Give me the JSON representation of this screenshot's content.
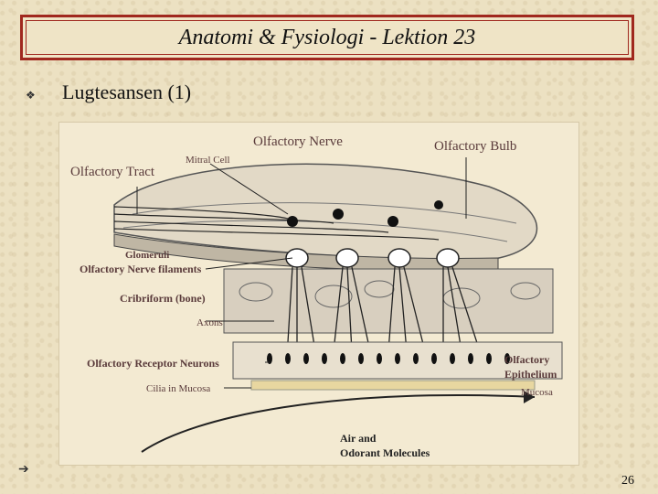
{
  "slide": {
    "title": "Anatomi & Fysiologi - Lektion 23",
    "bullet_text": "Lugtesansen (1)",
    "page_number": "26"
  },
  "figure": {
    "labels": {
      "olfactory_nerve": "Olfactory Nerve",
      "olfactory_bulb": "Olfactory Bulb",
      "olfactory_tract": "Olfactory Tract",
      "mitral_cell": "Mitral Cell",
      "glomeruli": "Glomeruli",
      "olfactory_nerve_filaments": "Olfactory Nerve filaments",
      "cribriform": "Cribriform (bone)",
      "axons": "Axons",
      "olfactory_receptor_neurons": "Olfactory Receptor Neurons",
      "olfactory_epithelium_1": "Olfactory",
      "olfactory_epithelium_2": "Epithelium",
      "cilia_in_mucosa": "Cilia in Mucosa",
      "mucosa": "Mucosa",
      "air_1": "Air and",
      "air_2": "Odorant Molecules"
    }
  }
}
